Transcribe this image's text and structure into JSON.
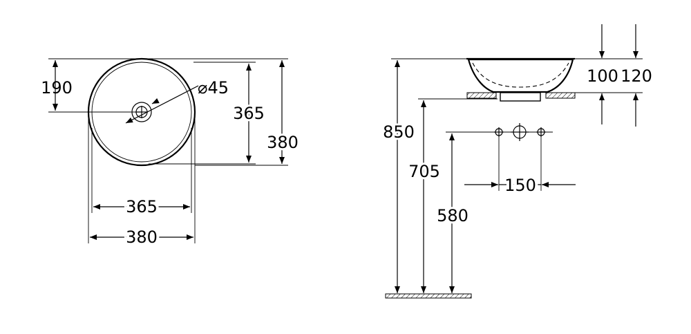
{
  "top_view": {
    "d_190": "190",
    "d_diameter": "⌀45",
    "d_365_v": "365",
    "d_380_v": "380",
    "d_365_h": "365",
    "d_380_h": "380"
  },
  "side_view": {
    "d_100": "100",
    "d_120": "120",
    "d_850": "850",
    "d_705": "705",
    "d_580": "580",
    "d_150": "150"
  }
}
